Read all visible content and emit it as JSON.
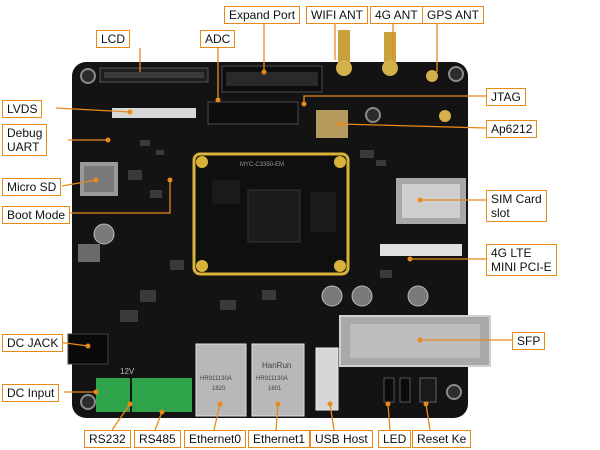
{
  "colors": {
    "accent": "#e8891c",
    "board": "#121212",
    "background": "#ffffff",
    "gold": "#d9b23a"
  },
  "labels": {
    "lcd": "LCD",
    "adc": "ADC",
    "expand_port": "Expand Port",
    "wifi_ant": "WIFI ANT",
    "lte_ant": "4G ANT",
    "gps_ant": "GPS ANT",
    "lvds": "LVDS",
    "debug_uart": [
      "Debug",
      "UART"
    ],
    "jtag": "JTAG",
    "ap6212": "Ap6212",
    "micro_sd": "Micro SD",
    "boot_mode": "Boot Mode",
    "sim_card_slot": [
      "SIM Card",
      "slot"
    ],
    "lte_mini_pcie": [
      "4G LTE",
      "MINI PCI-E"
    ],
    "dc_jack": "DC JACK",
    "sfp": "SFP",
    "dc_input": "DC Input",
    "rs232": "RS232",
    "rs485": "RS485",
    "ethernet0": "Ethernet0",
    "ethernet1": "Ethernet1",
    "usb_host": "USB Host",
    "led": "LED",
    "reset_key": "Reset Ke"
  },
  "board_text": {
    "silk_1": "MYC-C3350-EM",
    "rj45_brand": "HanRun",
    "rj45_part_0": "HR911130A",
    "rj45_part_1": "HR911130A",
    "rj45_code_0": "1820",
    "rj45_code_1": "1601",
    "voltage": "12V"
  }
}
